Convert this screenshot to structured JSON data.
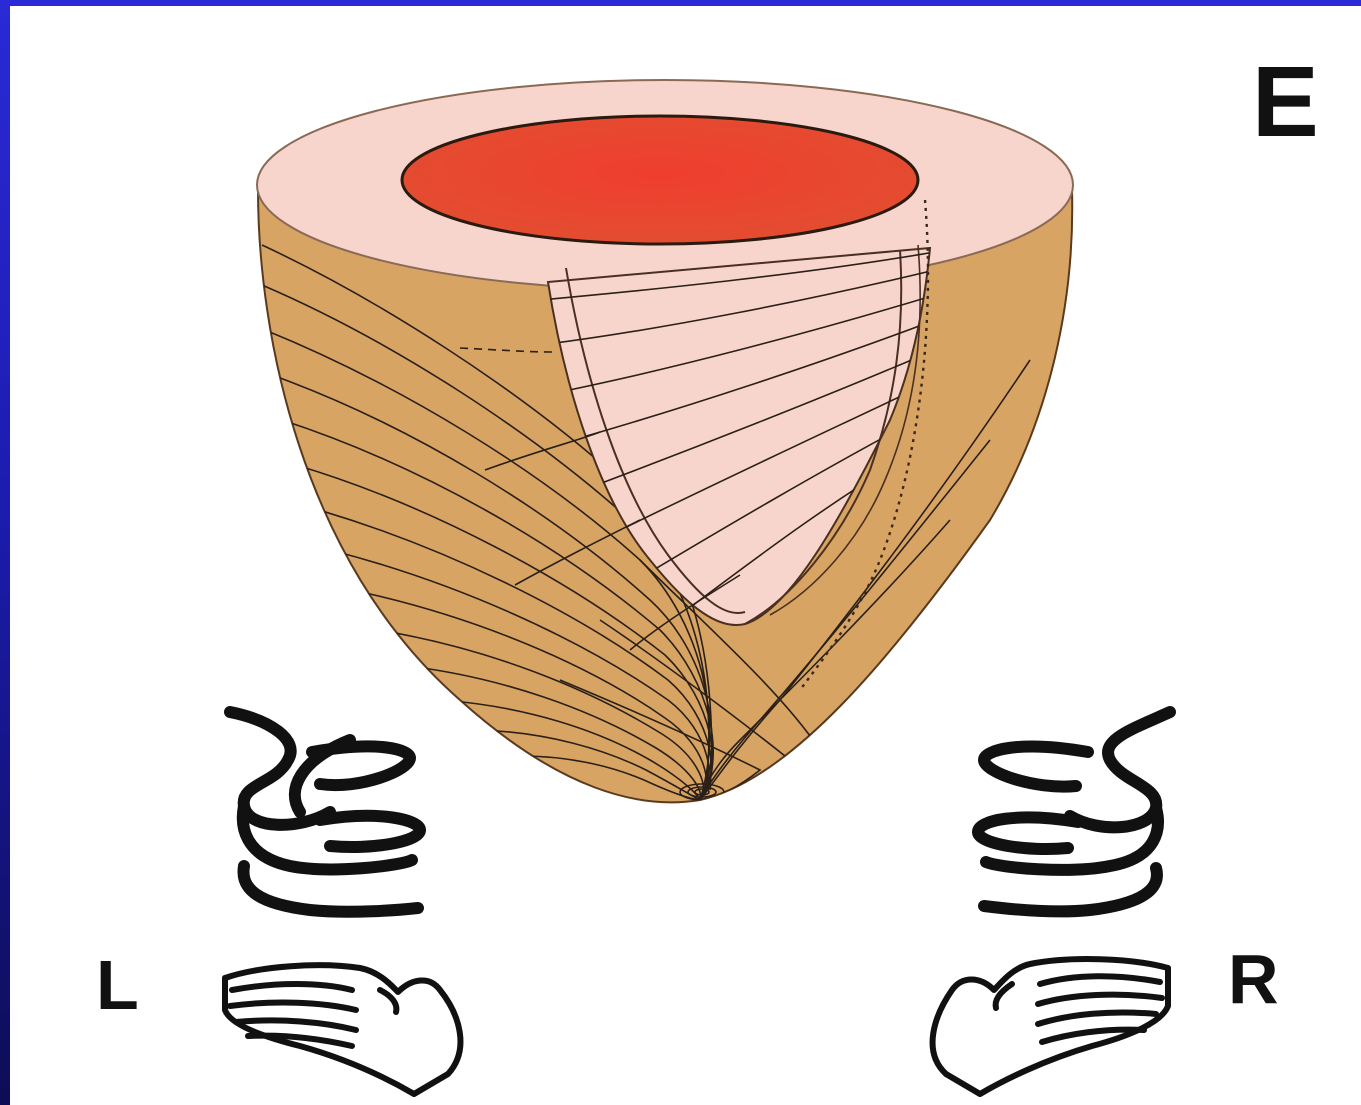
{
  "figure": {
    "panel_label": "E",
    "left_label": "L",
    "right_label": "R"
  },
  "colors": {
    "frame": "#2323c8",
    "canvas": "#ffffff",
    "muscle": "#d8a464",
    "endocardium": "#f7d5cc",
    "cavity": "#e8402c",
    "fiber": "#2a2018"
  },
  "icons": [
    "left-coil-icon",
    "right-coil-icon",
    "left-hand-icon",
    "right-hand-icon"
  ]
}
